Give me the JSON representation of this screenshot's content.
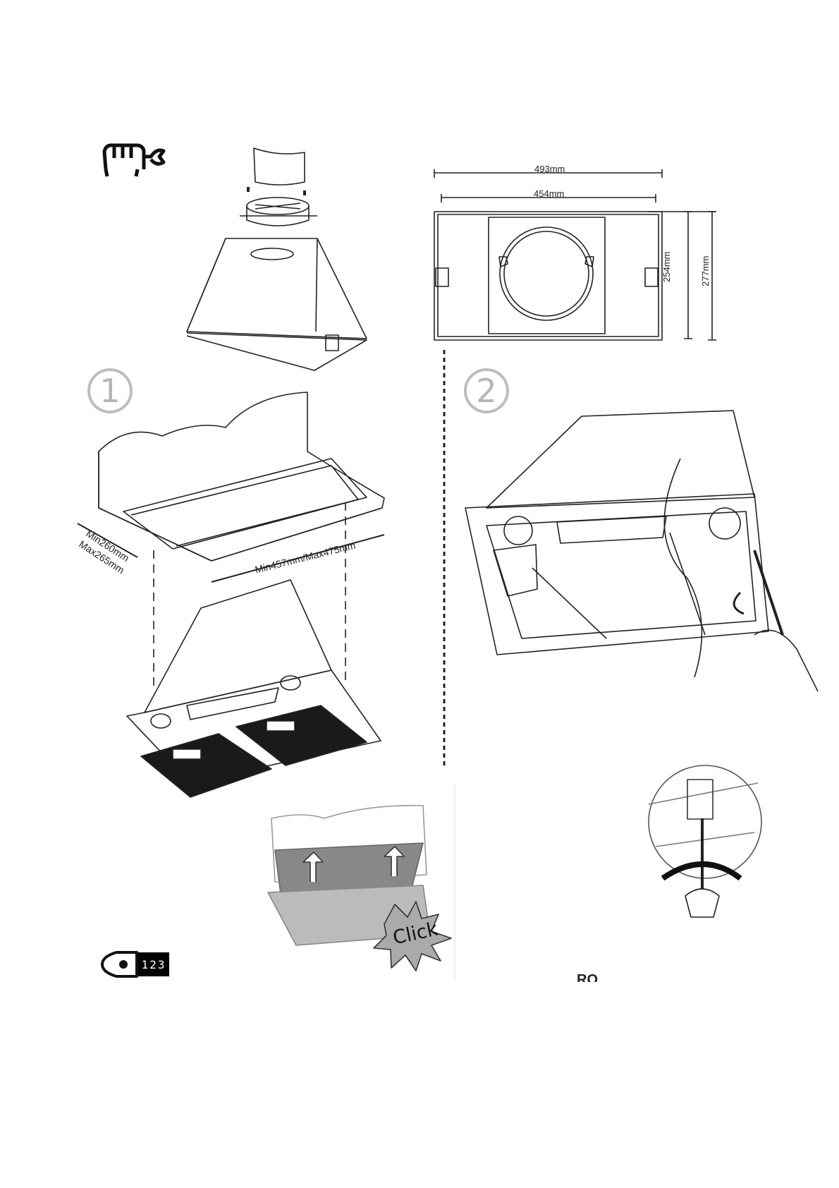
{
  "dimensions": {
    "width_outer": "493mm",
    "width_inner": "454mm",
    "height_inner": "254mm",
    "height_outer": "277mm",
    "cutout_width": "Min457mm/Max475mm",
    "cutout_depth_min": "Min260mm",
    "cutout_depth_max": "Max265mm"
  },
  "steps": {
    "one": "1",
    "two": "2"
  },
  "click_label": "Click",
  "display_digits": "123",
  "footer_fragment": "RO",
  "icons": {
    "top_left": "hand-wrench-icon",
    "bottom_left": "iron-display-icon"
  },
  "colors": {
    "line": "#222222",
    "step_circle": "#bdbdbd",
    "filter": "#1a1a1a"
  }
}
